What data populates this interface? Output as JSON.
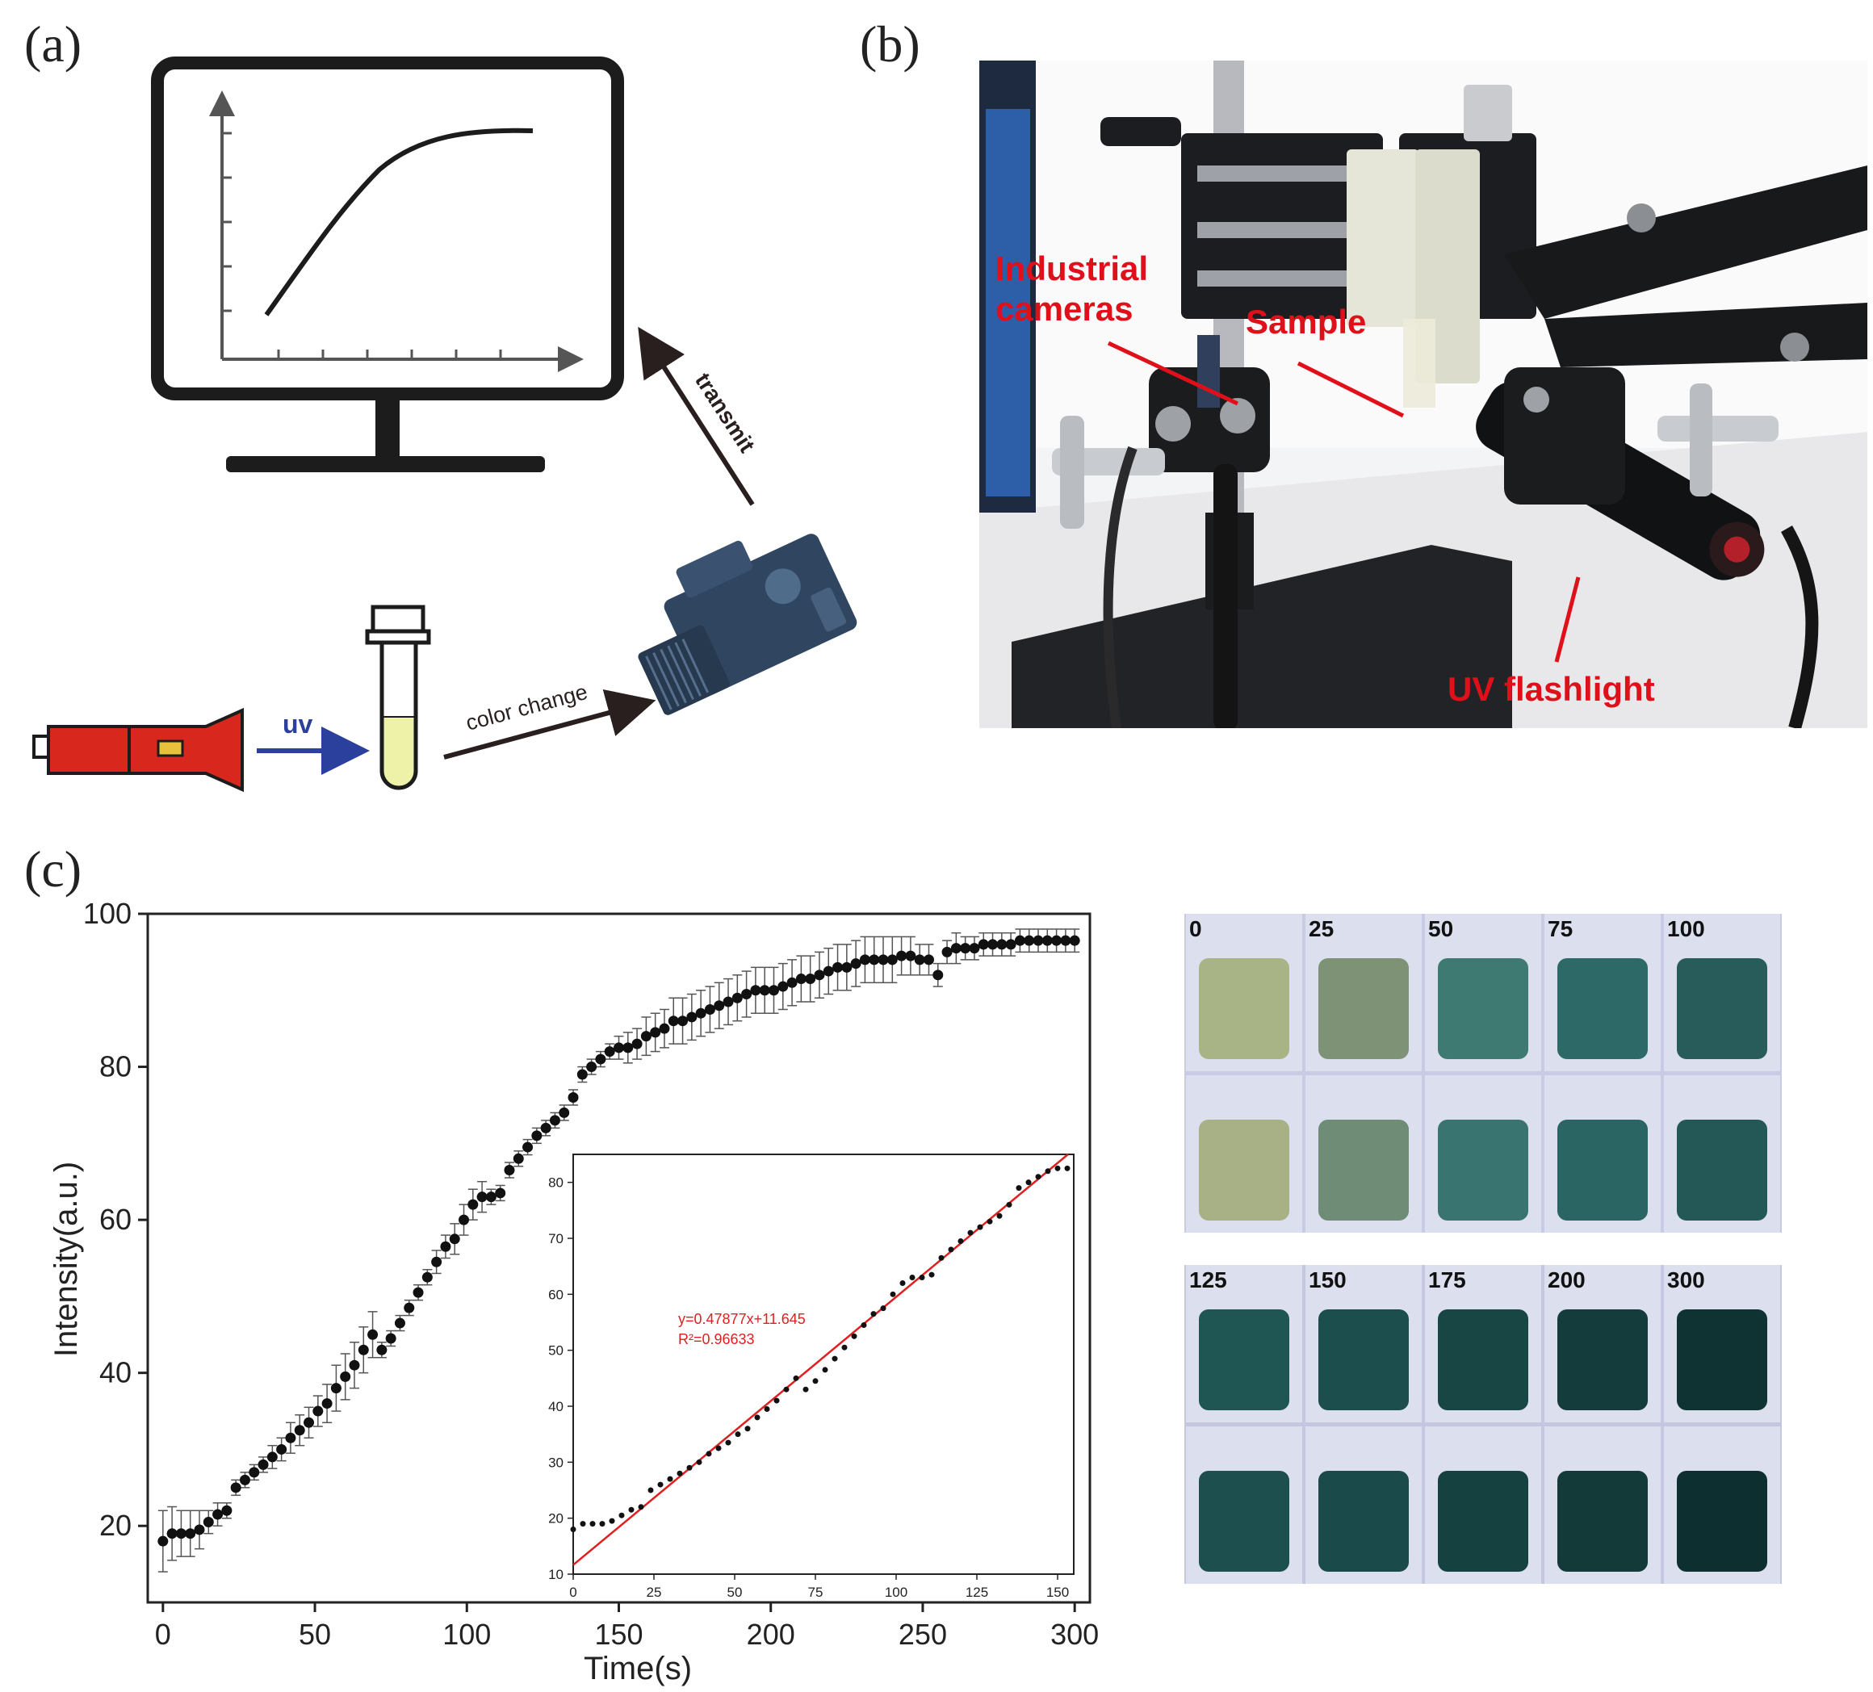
{
  "panel_labels": {
    "a": "(a)",
    "b": "(b)",
    "c": "(c)"
  },
  "colors": {
    "red_label": "#e0101a",
    "flashlight": "#d8281e",
    "uv_arrow": "#2b3f9c",
    "fit_line": "#e02020",
    "vial_yellow": "#eef2a8"
  },
  "panel_a": {
    "uv_label": "uv",
    "color_change_label": "color change",
    "transmit_label": "transmit"
  },
  "panel_b": {
    "labels": {
      "industrial_cameras_line1": "Industrial",
      "industrial_cameras_line2": "cameras",
      "sample": "Sample",
      "uv_flashlight": "UV flashlight"
    }
  },
  "chart_data": [
    {
      "type": "scatter",
      "xlabel": "Time(s)",
      "ylabel": "Intensity(a.u.)",
      "xlim": [
        -5,
        305
      ],
      "ylim": [
        10,
        100
      ],
      "xticks": [
        0,
        50,
        100,
        150,
        200,
        250,
        300
      ],
      "yticks": [
        20,
        40,
        60,
        80,
        100
      ],
      "series": [
        {
          "x": [
            0,
            3,
            6,
            9,
            12,
            15,
            18,
            21,
            24,
            27,
            30,
            33,
            36,
            39,
            42,
            45,
            48,
            51,
            54,
            57,
            60,
            63,
            66,
            69,
            72,
            75,
            78,
            81,
            84,
            87,
            90,
            93,
            96,
            99,
            102,
            105,
            108,
            111,
            114,
            117,
            120,
            123,
            126,
            129,
            132,
            135,
            138,
            141,
            144,
            147,
            150,
            153,
            156,
            159,
            162,
            165,
            168,
            171,
            174,
            177,
            180,
            183,
            186,
            189,
            192,
            195,
            198,
            201,
            204,
            207,
            210,
            213,
            216,
            219,
            222,
            225,
            228,
            231,
            234,
            237,
            240,
            243,
            246,
            249,
            252,
            255,
            258,
            261,
            264,
            267,
            270,
            273,
            276,
            279,
            282,
            285,
            288,
            291,
            294,
            297,
            300
          ],
          "y": [
            18,
            19,
            19,
            19,
            19.5,
            20.5,
            21.5,
            22,
            25,
            26,
            27,
            28,
            29,
            30,
            31.5,
            32.5,
            33.5,
            35,
            36,
            38,
            39.5,
            41,
            43,
            45,
            43,
            44.5,
            46.5,
            48.5,
            50.5,
            52.5,
            54.5,
            56.5,
            57.5,
            60,
            62,
            63,
            63,
            63.5,
            66.5,
            68,
            69.5,
            71,
            72,
            73,
            74,
            76,
            79,
            80,
            81,
            82,
            82.5,
            82.5,
            83,
            84,
            84.5,
            85,
            86,
            86,
            86.5,
            87,
            87.5,
            88,
            88.5,
            89,
            89.5,
            90,
            90,
            90,
            90.5,
            91,
            91.5,
            91.5,
            92,
            92.5,
            93,
            93,
            93.5,
            94,
            94,
            94,
            94,
            94.5,
            94.5,
            94,
            94,
            92,
            95,
            95.5,
            95.5,
            95.5,
            96,
            96,
            96,
            96,
            96.5,
            96.5,
            96.5,
            96.5,
            96.5,
            96.5,
            96.5
          ],
          "error": [
            4,
            3.5,
            3,
            3,
            2.5,
            1.5,
            1.5,
            1,
            1,
            1,
            1,
            1,
            1.5,
            1.5,
            2,
            2,
            2,
            2,
            2.5,
            3,
            3,
            3,
            3,
            3,
            1,
            1,
            1,
            1,
            1,
            1,
            1.5,
            1.5,
            2,
            2,
            2,
            2,
            1,
            1,
            1,
            1,
            1,
            1,
            1,
            1,
            1,
            1,
            1,
            1,
            1,
            1,
            1.5,
            2,
            2,
            2.5,
            2.5,
            2.5,
            3,
            3,
            3,
            3,
            3,
            3,
            3,
            3,
            3,
            3,
            3,
            3,
            3,
            3,
            3,
            3,
            3,
            3,
            3,
            3,
            3,
            3,
            3,
            3,
            3,
            2.5,
            2.5,
            2,
            2,
            1.5,
            1.5,
            2,
            1.5,
            1.5,
            1.5,
            1.5,
            1.5,
            1.5,
            1.5,
            1.5,
            1.5,
            1.5,
            1.5,
            1.5,
            1.5
          ]
        }
      ]
    },
    {
      "type": "scatter",
      "xlim": [
        0,
        155
      ],
      "ylim": [
        10,
        85
      ],
      "xticks": [
        0,
        25,
        50,
        75,
        100,
        125,
        150
      ],
      "yticks": [
        10,
        20,
        30,
        40,
        50,
        60,
        70,
        80
      ],
      "fit": {
        "equation": "y=0.47877x+11.645",
        "r_squared": "R²=0.96633",
        "slope": 0.47877,
        "intercept": 11.645
      },
      "series": [
        {
          "x": [
            0,
            3,
            6,
            9,
            12,
            15,
            18,
            21,
            24,
            27,
            30,
            33,
            36,
            39,
            42,
            45,
            48,
            51,
            54,
            57,
            60,
            63,
            66,
            69,
            72,
            75,
            78,
            81,
            84,
            87,
            90,
            93,
            96,
            99,
            102,
            105,
            108,
            111,
            114,
            117,
            120,
            123,
            126,
            129,
            132,
            135,
            138,
            141,
            144,
            147,
            150,
            153
          ],
          "y": [
            18,
            19,
            19,
            19,
            19.5,
            20.5,
            21.5,
            22,
            25,
            26,
            27,
            28,
            29,
            30,
            31.5,
            32.5,
            33.5,
            35,
            36,
            38,
            39.5,
            41,
            43,
            45,
            43,
            44.5,
            46.5,
            48.5,
            50.5,
            52.5,
            54.5,
            56.5,
            57.5,
            60,
            62,
            63,
            63,
            63.5,
            66.5,
            68,
            69.5,
            71,
            72,
            73,
            74,
            76,
            79,
            80,
            81,
            82,
            82.5,
            82.5
          ]
        }
      ]
    }
  ],
  "vials": {
    "top_labels": [
      "0",
      "25",
      "50",
      "75",
      "100"
    ],
    "bottom_labels": [
      "125",
      "150",
      "175",
      "200",
      "300"
    ],
    "top_row1_colors": [
      "#a9b486",
      "#7e9376",
      "#3f7a72",
      "#2d6966",
      "#275c5b"
    ],
    "top_row2_colors": [
      "#a7b185",
      "#6f8c76",
      "#3a7470",
      "#2a6563",
      "#245857"
    ],
    "bottom_row1_colors": [
      "#1f5553",
      "#1c4e4d",
      "#184645",
      "#143c3c",
      "#0f3232"
    ],
    "bottom_row2_colors": [
      "#1d4f4e",
      "#1a4a49",
      "#164141",
      "#133938",
      "#0e2f2f"
    ]
  }
}
